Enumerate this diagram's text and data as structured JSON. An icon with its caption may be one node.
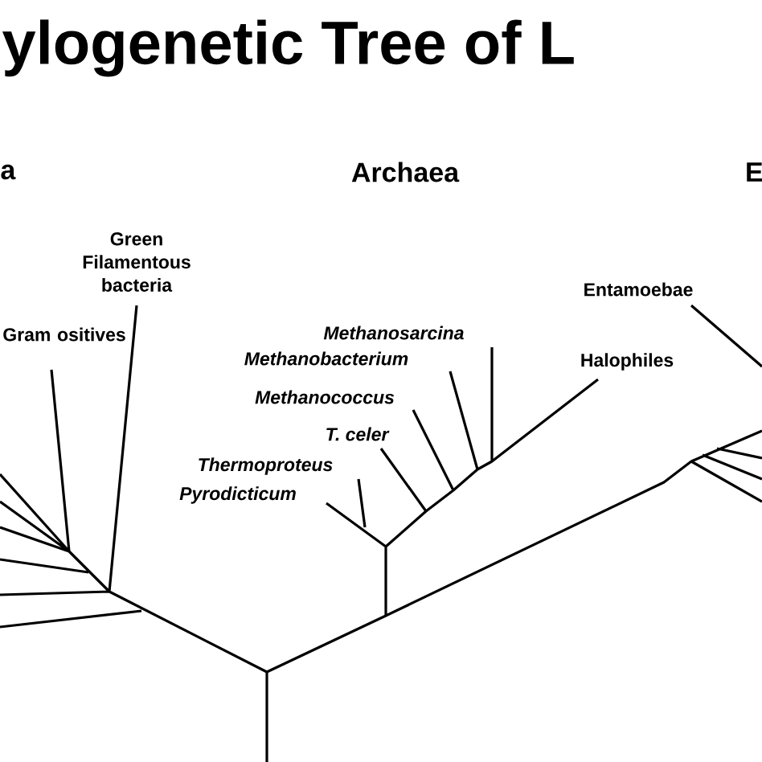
{
  "diagram": {
    "title": "ylogenetic Tree of L",
    "labels": [
      "a",
      "Archaea",
      "E",
      "Green Filamentous bacteria",
      "Entamoebae",
      "Gram ositives",
      "Methanosarcina",
      "Methanobacterium",
      "Halophiles",
      "Methanococcus",
      "T. celer",
      "Thermoproteus",
      "Pyrodicticum"
    ]
  }
}
